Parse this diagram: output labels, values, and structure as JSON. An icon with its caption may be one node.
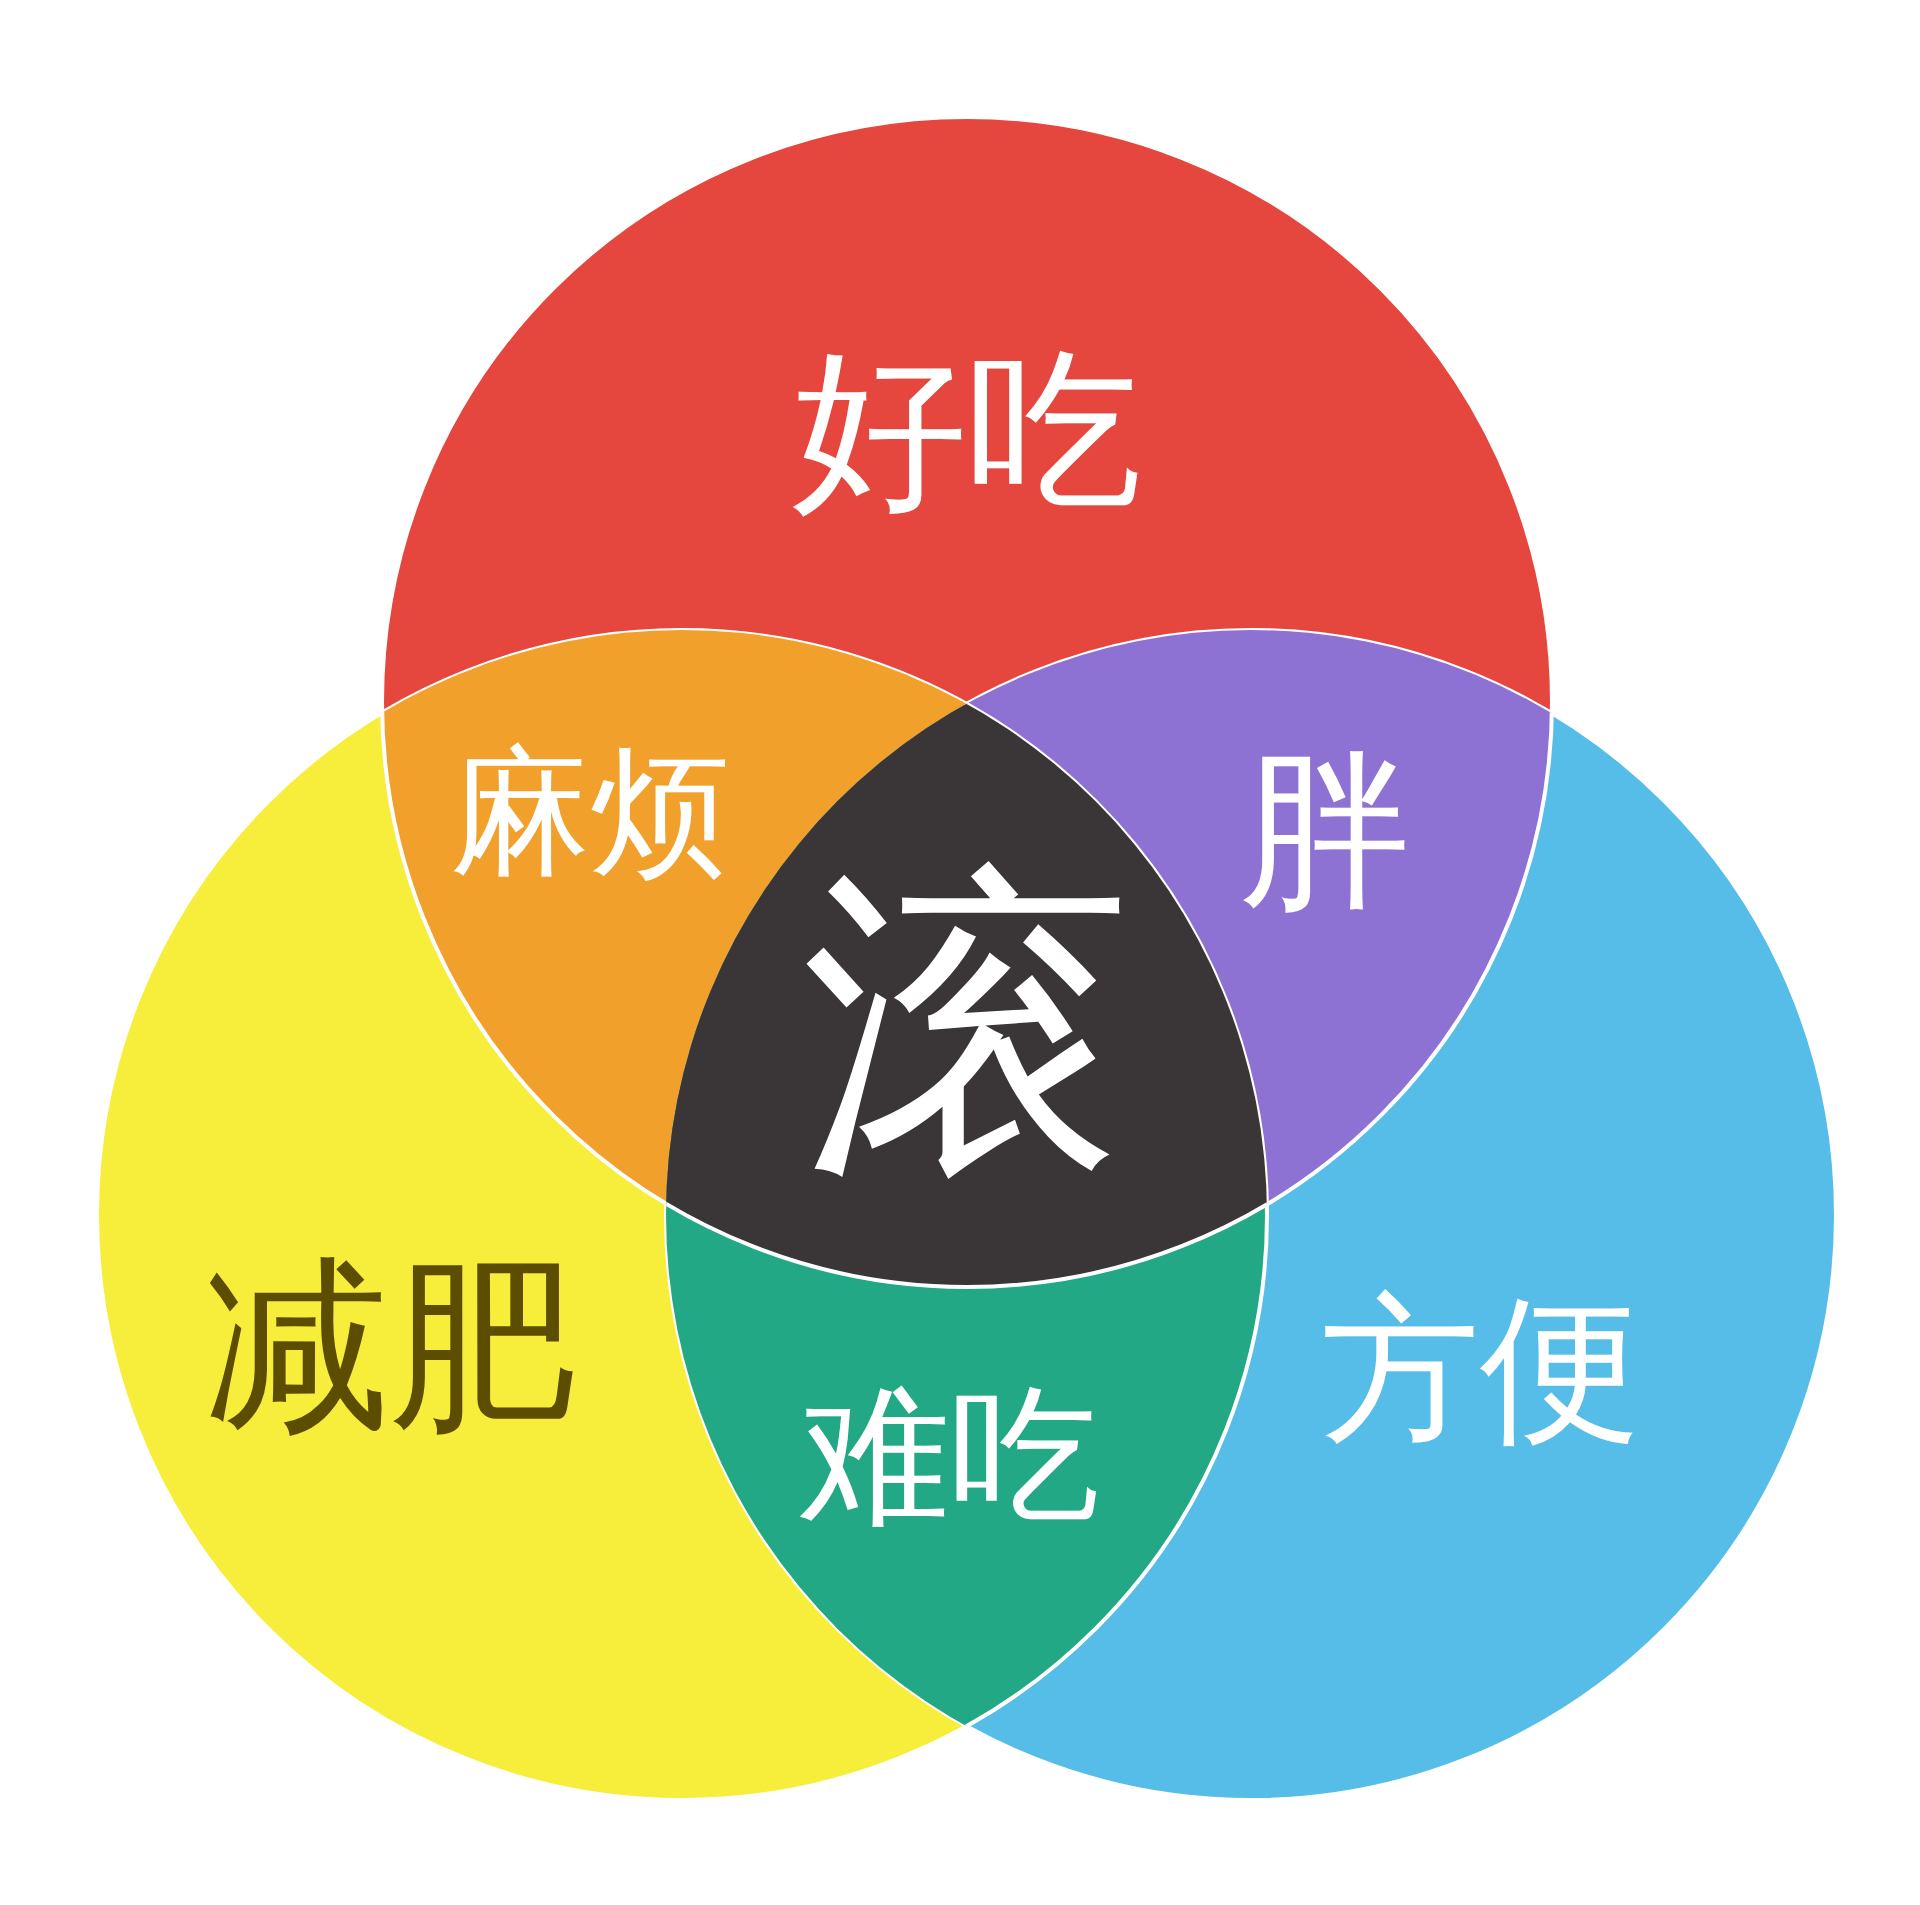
{
  "diagram": {
    "nodes": [
      {
        "text": [
          "好吃"
        ]
      },
      {
        "text": [
          "麻烦"
        ]
      },
      {
        "text": [
          "胖"
        ]
      },
      {
        "text": [
          "滚"
        ]
      },
      {
        "text": [
          "减肥"
        ]
      },
      {
        "text": [
          "难吃"
        ]
      },
      {
        "text": [
          "方便"
        ]
      }
    ]
  }
}
